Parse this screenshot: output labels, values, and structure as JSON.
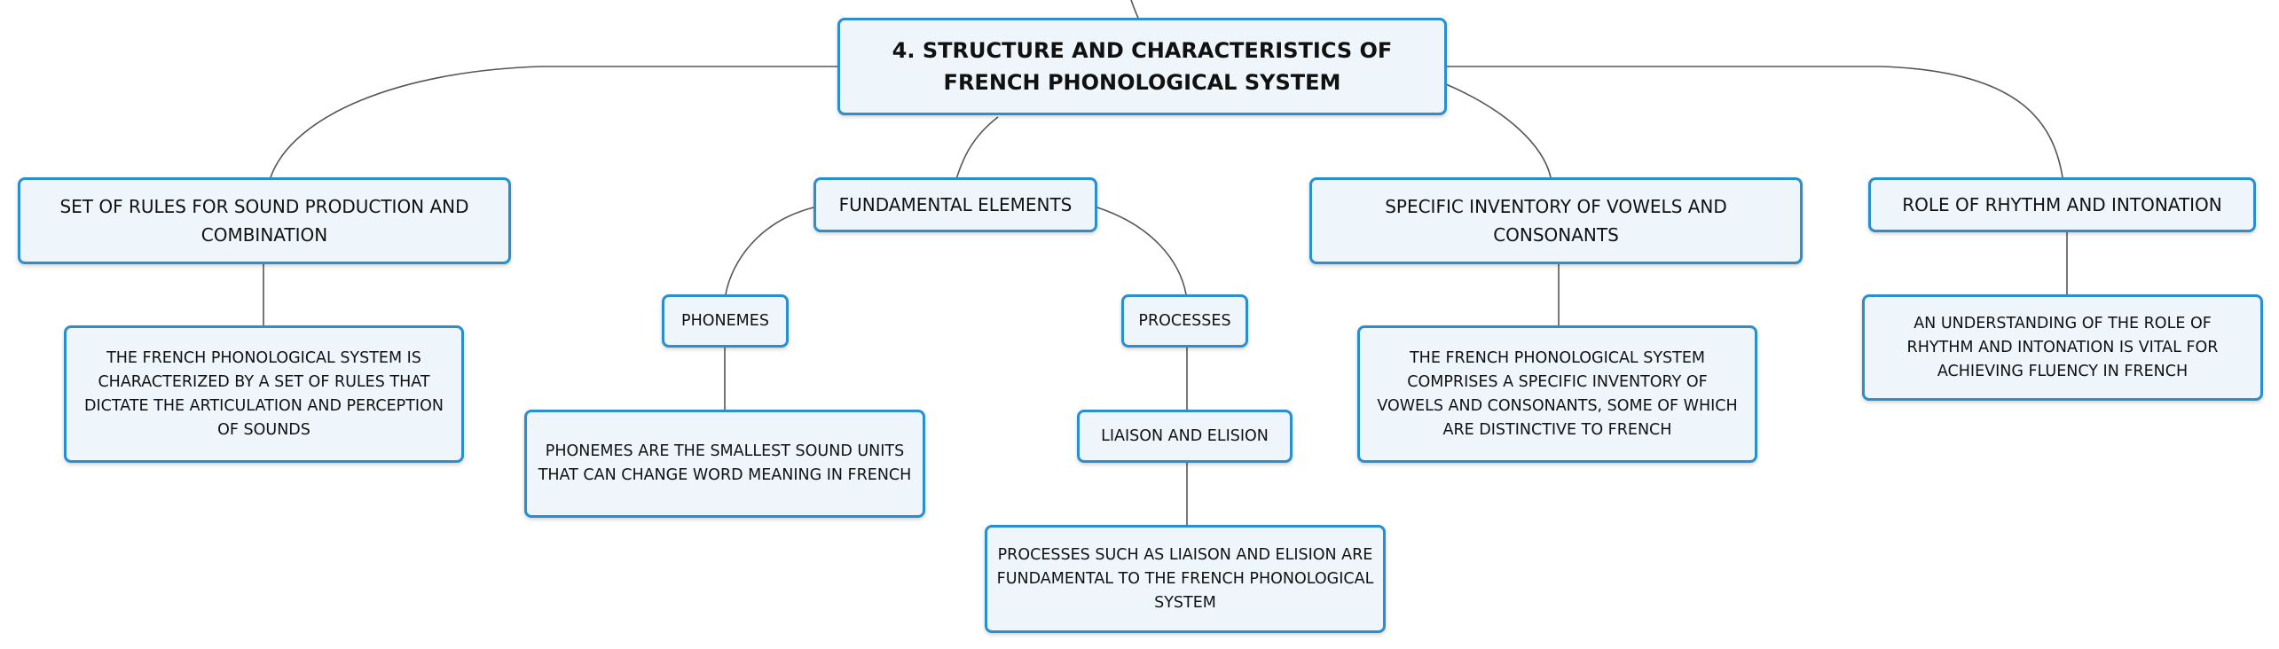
{
  "colors": {
    "node_border": "#2a8fd0",
    "node_fill": "#eef6fc",
    "connector": "#555555",
    "text": "#111111"
  },
  "diagram": {
    "root": {
      "label": "4. STRUCTURE AND CHARACTERISTICS OF FRENCH PHONOLOGICAL SYSTEM"
    },
    "branches": [
      {
        "label": "SET OF RULES FOR SOUND PRODUCTION AND COMBINATION",
        "detail": "THE FRENCH PHONOLOGICAL SYSTEM IS CHARACTERIZED BY A SET OF RULES THAT DICTATE THE ARTICULATION AND PERCEPTION OF SOUNDS"
      },
      {
        "label": "FUNDAMENTAL ELEMENTS",
        "children": [
          {
            "label": "PHONEMES",
            "detail": "PHONEMES ARE THE SMALLEST SOUND UNITS THAT CAN CHANGE WORD MEANING IN FRENCH"
          },
          {
            "label": "PROCESSES",
            "sub": "LIAISON AND ELISION",
            "detail": "PROCESSES SUCH AS LIAISON AND ELISION ARE FUNDAMENTAL TO THE FRENCH PHONOLOGICAL SYSTEM"
          }
        ]
      },
      {
        "label": "SPECIFIC INVENTORY OF VOWELS AND CONSONANTS",
        "detail": "THE FRENCH PHONOLOGICAL SYSTEM COMPRISES A SPECIFIC INVENTORY OF VOWELS AND CONSONANTS, SOME OF WHICH ARE DISTINCTIVE TO FRENCH"
      },
      {
        "label": "ROLE OF RHYTHM AND INTONATION",
        "detail": "AN UNDERSTANDING OF THE ROLE OF RHYTHM AND INTONATION IS VITAL FOR ACHIEVING FLUENCY IN FRENCH"
      }
    ]
  }
}
